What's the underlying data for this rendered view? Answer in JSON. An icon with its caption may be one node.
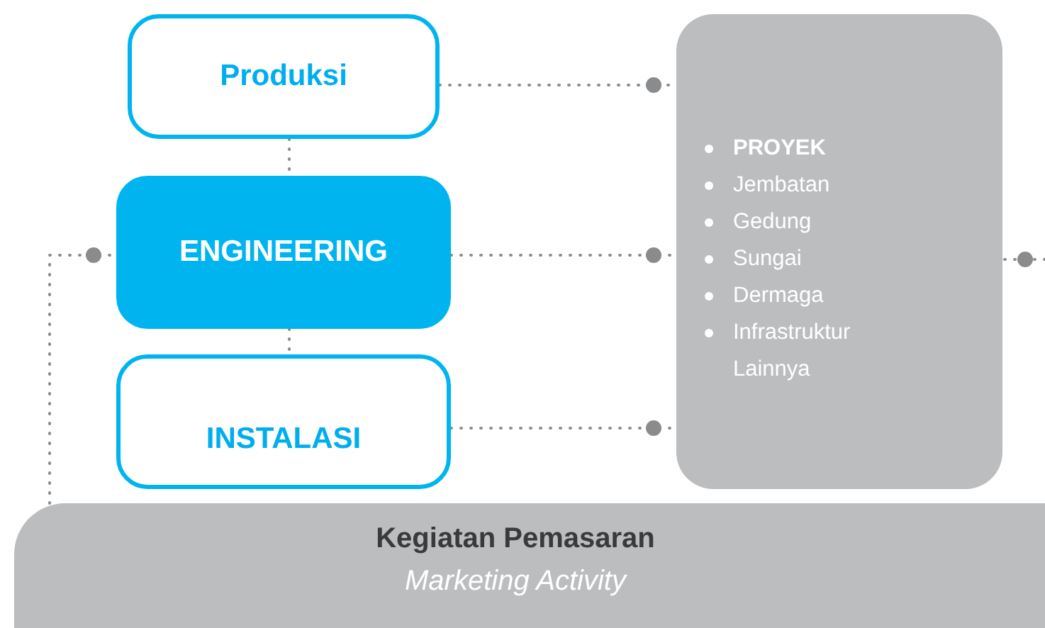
{
  "diagram": {
    "nodes": [
      {
        "text": [
          "Produksi"
        ]
      },
      {
        "text": [
          "ENGINEERING"
        ]
      },
      {
        "text": [
          "INSTALASI"
        ]
      },
      {
        "text": [
          "PROYEK",
          "Jembatan",
          "Gedung",
          "Sungai",
          "Dermaga",
          "Infrastruktur Lainnya"
        ]
      },
      {
        "text": [
          "Kegiatan Pemasaran",
          "Marketing Activity"
        ]
      }
    ],
    "edges": [
      {
        "from": 0,
        "to": 3,
        "arrow": "other"
      },
      {
        "from": 1,
        "to": 3,
        "arrow": "other"
      },
      {
        "from": 2,
        "to": 3,
        "arrow": "other"
      },
      {
        "from": 0,
        "to": 1,
        "arrow": "none"
      },
      {
        "from": 1,
        "to": 2,
        "arrow": "none"
      },
      {
        "from": 4,
        "to": 1,
        "arrow": "other"
      },
      {
        "from": null,
        "to": 3,
        "arrow": "other"
      }
    ]
  }
}
